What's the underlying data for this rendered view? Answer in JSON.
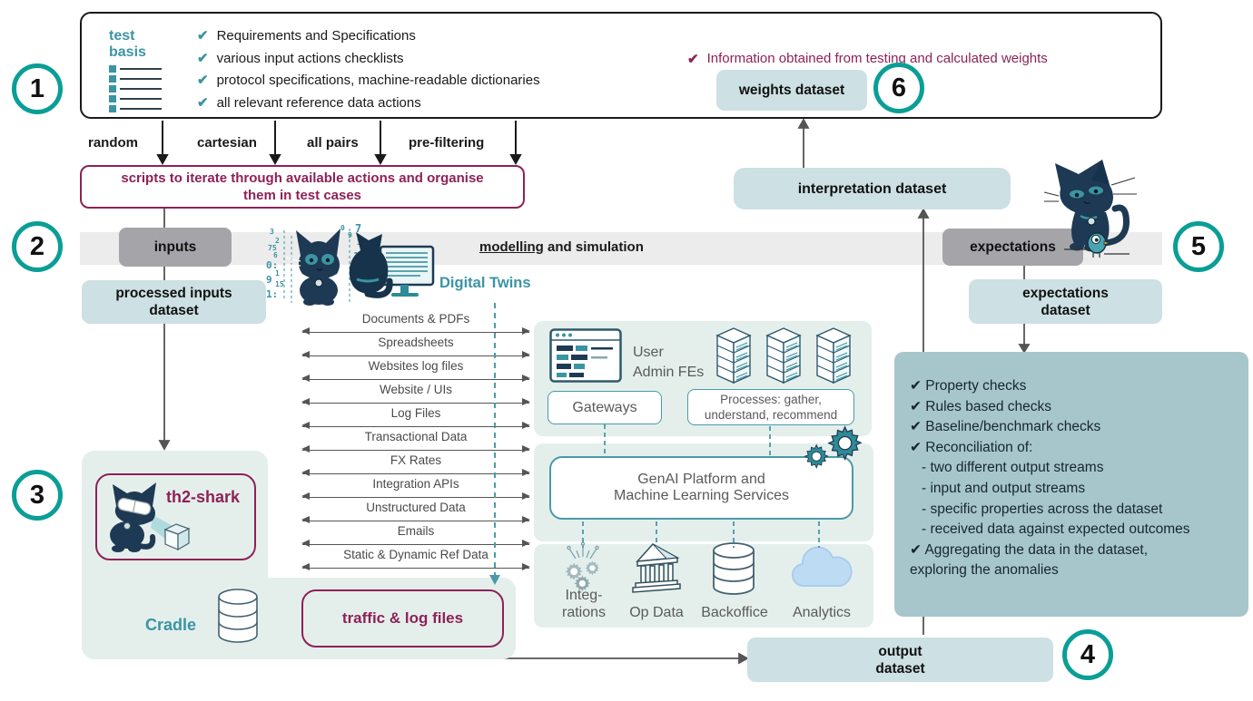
{
  "glyphs": {
    "check": "✔"
  },
  "colors": {
    "accent_teal": "#0a9e96",
    "teal_text": "#3b94a3",
    "maroon": "#8e2157",
    "navy_cat": "#1e3953",
    "mint_panel": "#e4efec",
    "dataset_box": "#cde0e3",
    "checks_panel": "#a7c6cc",
    "gray_band": "#ececec",
    "gray_box": "#a5a5a9",
    "analytics_cloud": "#bedbf4"
  },
  "steps": [
    "1",
    "2",
    "3",
    "4",
    "5",
    "6"
  ],
  "test_basis": {
    "title1": "test",
    "title2": "basis",
    "items": [
      "Requirements and Specifications",
      "various input actions checklists",
      "protocol specifications, machine-readable dictionaries",
      "all relevant reference data actions"
    ]
  },
  "weights": {
    "note": "Information obtained  from testing and calculated weights",
    "box_label": "weights dataset"
  },
  "generators": [
    "random",
    "cartesian",
    "all pairs",
    "pre-filtering"
  ],
  "scripts_label": "scripts to iterate through available actions and organise them in test cases",
  "band": {
    "inputs": "inputs",
    "modelling_word": "modelling",
    "modelling_rest": "and simulation",
    "expectations": "expectations"
  },
  "digital_twins_label": "Digital Twins",
  "channels": [
    "Documents & PDFs",
    "Spreadsheets",
    "Websites log files",
    "Website / UIs",
    "Log Files",
    "Transactional Data",
    "FX Rates",
    "Integration APIs",
    "Unstructured Data",
    "Emails",
    "Static & Dynamic Ref Data"
  ],
  "platform": {
    "user_admin_line1": "User",
    "user_admin_line2": "Admin FEs",
    "gateways": "Gateways",
    "processes_line1": "Processes: gather,",
    "processes_line2": "understand, recommend",
    "genai_line1": "GenAI Platform and",
    "genai_line2": "Machine Learning Services",
    "integrations_line1": "Integ-",
    "integrations_line2": "rations",
    "opdata": "Op Data",
    "backoffice": "Backoffice",
    "analytics": "Analytics"
  },
  "datasets": {
    "processed_line1": "processed inputs",
    "processed_line2": "dataset",
    "interpretation": "interpretation dataset",
    "expectations_line1": "expectations",
    "expectations_line2": "dataset",
    "output_line1": "output",
    "output_line2": "dataset"
  },
  "th2": {
    "shark": "th2-shark",
    "cradle": "Cradle",
    "traffic": "traffic & log files"
  },
  "checks": {
    "lines": [
      "✔ Property checks",
      "✔ Rules based checks",
      "✔ Baseline/benchmark checks",
      "✔ Reconciliation of:",
      "- two different output streams",
      "- input and output streams",
      "- specific properties across the dataset",
      "- received data against expected outcomes",
      "✔ Aggregating the data in the dataset,",
      "exploring the anomalies"
    ]
  }
}
